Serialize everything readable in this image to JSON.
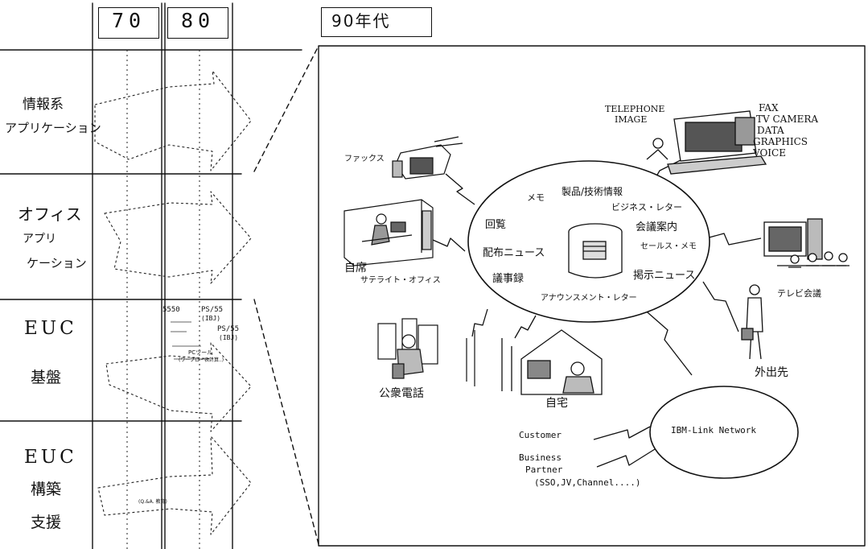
{
  "left_panel": {
    "decade_headers": [
      "70",
      "80"
    ],
    "rows": [
      {
        "label_lines": [
          "情報系",
          "アプリケーション"
        ]
      },
      {
        "label_lines": [
          "オフィス",
          "アプリ",
          "ケーション"
        ]
      },
      {
        "label_lines": [
          "EUC",
          "基盤"
        ]
      },
      {
        "label_lines": [
          "EUC",
          "構築",
          "支援"
        ]
      }
    ],
    "euc_base_numbers": {
      "n1": "5550",
      "n2": "PS/55",
      "n3": "(IBJ)",
      "n4": "PS/55",
      "n5": "(IBJ)",
      "n6": "PCツール",
      "n7": "(ワープロ・表計算..)"
    },
    "euc_support_note": "(Q.&A. 教育)"
  },
  "right_panel": {
    "title": "90年代",
    "hub": {
      "items": [
        "メモ",
        "製品/技術情報",
        "ビジネス・レター",
        "回覧",
        "会議案内",
        "配布ニュース",
        "セールス・メモ",
        "議事録",
        "掲示ニュース",
        "アナウンスメント・レター"
      ]
    },
    "nodes": {
      "fax": "ファックス",
      "jiseki": "自席",
      "satellite": "サテライト・オフィス",
      "koshu_denwa": "公衆電話",
      "jitaku": "自宅",
      "tv_kaigi": "テレビ会議",
      "gaishutsu": "外出先"
    },
    "workstation": {
      "left": [
        "TELEPHONE",
        "IMAGE"
      ],
      "right": [
        "FAX",
        "TV CAMERA",
        "DATA",
        "GRAPHICS",
        "VOICE"
      ]
    },
    "ibm_link": {
      "label": "IBM-Link Network",
      "customer": "Customer",
      "partner_lines": [
        "Business",
        "Partner",
        "(SSO,JV,Channel....)"
      ]
    }
  }
}
